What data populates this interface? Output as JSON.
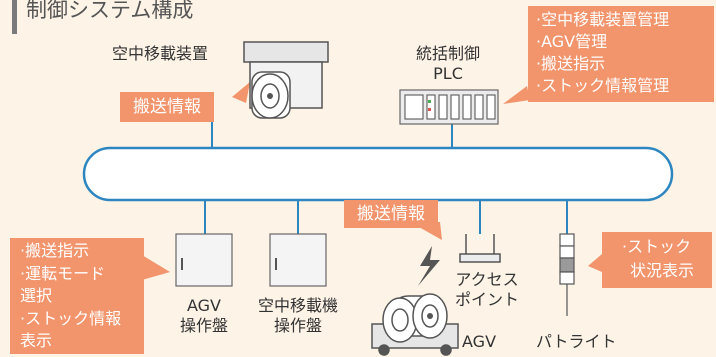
{
  "title": "制御システム構成",
  "colors": {
    "background": "#fdf3e7",
    "callout": "#f2946c",
    "network": "#2e86c1"
  },
  "devices": {
    "overhead_conveyor": "空中移載装置",
    "plc_line1": "統括制御",
    "plc_line2": "PLC",
    "agv_panel_line1": "AGV",
    "agv_panel_line2": "操作盤",
    "conveyor_panel_line1": "空中移載機",
    "conveyor_panel_line2": "操作盤",
    "access_point_line1": "アクセス",
    "access_point_line2": "ポイント",
    "agv": "AGV",
    "patrol_light": "パトライト"
  },
  "callouts": {
    "conveyor_info": "搬送情報",
    "network_info": "搬送情報",
    "plc_functions": [
      "·空中移載装置管理",
      "·AGV管理",
      "·搬送指示",
      "·ストック情報管理"
    ],
    "agv_panel_functions": [
      "·搬送指示",
      "·運転モード",
      "選択",
      "·ストック情報",
      "表示"
    ],
    "patrol_light_function": [
      "·ストック",
      "状況表示"
    ]
  },
  "icons": [
    "overhead-conveyor-icon",
    "plc-icon",
    "control-panel-icon",
    "access-point-icon",
    "wireless-signal-icon",
    "agv-icon",
    "patrol-light-icon"
  ]
}
